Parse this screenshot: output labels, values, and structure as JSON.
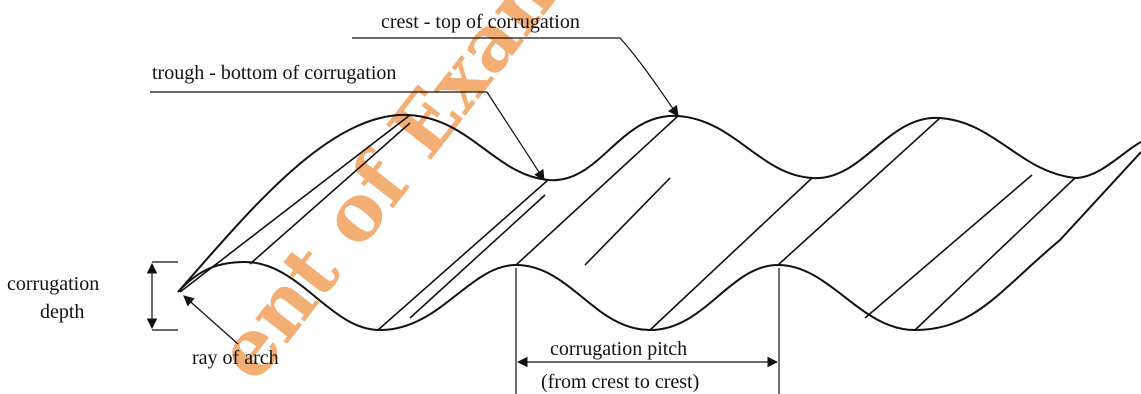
{
  "watermark": {
    "text": "ent of Exam",
    "color": "#f2a869"
  },
  "labels": {
    "crest": "crest - top of corrugation",
    "trough": "trough - bottom of corrugation",
    "depth_line1": "corrugation",
    "depth_line2": "depth",
    "ray": "ray of arch",
    "pitch_line1": "corrugation pitch",
    "pitch_line2": "(from crest to crest)"
  }
}
